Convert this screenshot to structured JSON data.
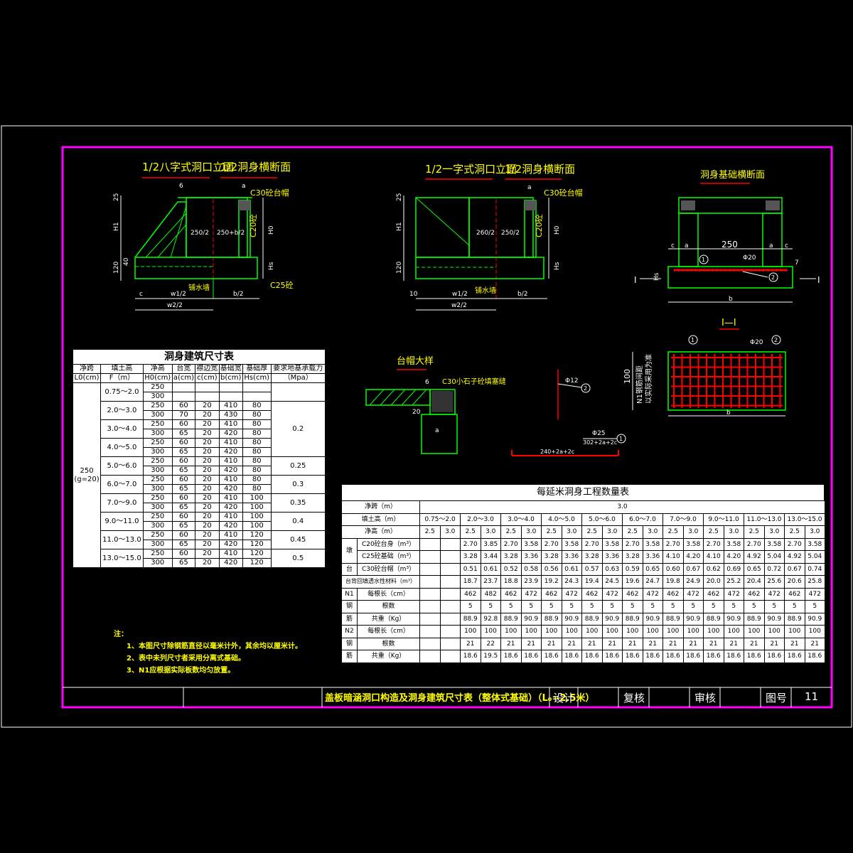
{
  "titles": {
    "t1a": "1/2八字式洞口立面",
    "t1b": "1/2洞身横断面",
    "t2a": "1/2一字式洞口立面",
    "t2b": "1/2洞身横断面",
    "t3": "洞身基础横断面",
    "t4": "台帽大样",
    "t5": "I—I"
  },
  "labels": {
    "c30_cap": "C30砼台帽",
    "c25": "C25砼",
    "c20": "C20砼",
    "paving": "铺水墙",
    "c30_small": "C30小石子砼填塞缝",
    "d1": "250/2",
    "d2": "250+b/2",
    "d3": "260/2",
    "d4": "250/2",
    "a": "a",
    "b2": "b/2",
    "w2": "w2/2",
    "w1": "w1/2",
    "c": "c",
    "h1": "H1",
    "h0": "H0",
    "hs": "Hs",
    "v25": "25",
    "v120": "120",
    "v40": "40",
    "v20": "20",
    "v10": "10",
    "v6": "6",
    "v250": "250",
    "phi20": "Φ20",
    "phi12": "Φ12",
    "phi25": "Φ25",
    "bb": "b",
    "I": "I",
    "n1": "1",
    "n2": "2",
    "v100": "100",
    "v7": "7",
    "rebar1": "302+2a+2c",
    "rebar2": "240+2a+2c",
    "mesh_note1": "N1钢筋间距",
    "mesh_note2": "以实际采用为准"
  },
  "dim_table": {
    "title": "洞身建筑尺寸表",
    "headers1": [
      "净跨",
      "填土高",
      "净高",
      "台宽",
      "襟边宽",
      "基础宽",
      "基础厚",
      "要求地基承载力"
    ],
    "headers2": [
      "L0(cm)",
      "F（m）",
      "H0(cm)",
      "a(cm)",
      "c(cm)",
      "b(cm)",
      "Hs(cm)",
      "（Mpa）"
    ],
    "span": "250",
    "span_note": "(g=20)",
    "groups": [
      {
        "F": "0.75～2.0",
        "bearing": "",
        "rows": [
          [
            "250",
            "",
            "",
            "",
            ""
          ],
          [
            "300",
            "",
            "",
            "",
            ""
          ]
        ]
      },
      {
        "F": "2.0～3.0",
        "bearing": "0.2",
        "rows": [
          [
            "250",
            "60",
            "20",
            "410",
            "80"
          ],
          [
            "300",
            "70",
            "20",
            "430",
            "80"
          ]
        ]
      },
      {
        "F": "3.0～4.0",
        "bearing": "0.2",
        "rows": [
          [
            "250",
            "60",
            "20",
            "410",
            "80"
          ],
          [
            "300",
            "65",
            "20",
            "420",
            "80"
          ]
        ]
      },
      {
        "F": "4.0～5.0",
        "bearing": "0.2",
        "rows": [
          [
            "250",
            "60",
            "20",
            "410",
            "80"
          ],
          [
            "300",
            "65",
            "20",
            "420",
            "80"
          ]
        ]
      },
      {
        "F": "5.0～6.0",
        "bearing": "0.25",
        "rows": [
          [
            "250",
            "60",
            "20",
            "410",
            "80"
          ],
          [
            "300",
            "65",
            "20",
            "420",
            "80"
          ]
        ]
      },
      {
        "F": "6.0～7.0",
        "bearing": "0.3",
        "rows": [
          [
            "250",
            "60",
            "20",
            "410",
            "80"
          ],
          [
            "300",
            "65",
            "20",
            "420",
            "80"
          ]
        ]
      },
      {
        "F": "7.0～9.0",
        "bearing": "0.35",
        "rows": [
          [
            "250",
            "60",
            "20",
            "410",
            "100"
          ],
          [
            "300",
            "65",
            "20",
            "420",
            "100"
          ]
        ]
      },
      {
        "F": "9.0～11.0",
        "bearing": "0.4",
        "rows": [
          [
            "250",
            "60",
            "20",
            "410",
            "100"
          ],
          [
            "300",
            "65",
            "20",
            "420",
            "100"
          ]
        ]
      },
      {
        "F": "11.0～13.0",
        "bearing": "0.45",
        "rows": [
          [
            "250",
            "60",
            "20",
            "410",
            "120"
          ],
          [
            "300",
            "65",
            "20",
            "420",
            "120"
          ]
        ]
      },
      {
        "F": "13.0～15.0",
        "bearing": "0.5",
        "rows": [
          [
            "250",
            "60",
            "20",
            "410",
            "120"
          ],
          [
            "300",
            "65",
            "20",
            "420",
            "120"
          ]
        ]
      }
    ]
  },
  "qty_table": {
    "title": "每延米洞身工程数量表",
    "span_label": "净跨（m）",
    "span_value": "3.0",
    "fill_label": "填土高（m）",
    "fills": [
      "0.75～2.0",
      "2.0～3.0",
      "3.0～4.0",
      "4.0～5.0",
      "5.0～6.0",
      "6.0～7.0",
      "7.0～9.0",
      "9.0～11.0",
      "11.0～13.0",
      "13.0～15.0"
    ],
    "height_label": "净高（m）",
    "heights": [
      "2.5",
      "3.0",
      "2.5",
      "3.0",
      "2.5",
      "3.0",
      "2.5",
      "3.0",
      "2.5",
      "3.0",
      "2.5",
      "3.0",
      "2.5",
      "3.0",
      "2.5",
      "3.0",
      "2.5",
      "3.0",
      "2.5",
      "3.0"
    ],
    "group_dun": "墩",
    "group_tai": "台",
    "group_n1": "N1",
    "group_n2": "N2",
    "group_gang": "钢",
    "group_jin": "筋",
    "rows": [
      {
        "label": "C20砼台身（m³）",
        "values": [
          "",
          "",
          "2.70",
          "3.85",
          "2.70",
          "3.58",
          "2.70",
          "3.58",
          "2.70",
          "3.58",
          "2.70",
          "3.58",
          "2.70",
          "3.58",
          "2.70",
          "3.58",
          "2.70",
          "3.58",
          "2.70",
          "3.58"
        ]
      },
      {
        "label": "C25砼基础（m³）",
        "values": [
          "",
          "",
          "3.28",
          "3.44",
          "3.28",
          "3.36",
          "3.28",
          "3.36",
          "3.28",
          "3.36",
          "3.28",
          "3.36",
          "4.10",
          "4.20",
          "4.10",
          "4.20",
          "4.92",
          "5.04",
          "4.92",
          "5.04"
        ]
      },
      {
        "label": "C30砼台帽（m³）",
        "values": [
          "",
          "",
          "0.51",
          "0.61",
          "0.52",
          "0.58",
          "0.56",
          "0.61",
          "0.57",
          "0.63",
          "0.59",
          "0.65",
          "0.60",
          "0.67",
          "0.62",
          "0.69",
          "0.65",
          "0.72",
          "0.67",
          "0.74"
        ]
      },
      {
        "label": "台背回填透水性材料（m³）",
        "values": [
          "",
          "",
          "18.7",
          "23.7",
          "18.8",
          "23.9",
          "19.2",
          "24.3",
          "19.4",
          "24.5",
          "19.6",
          "24.7",
          "19.8",
          "24.9",
          "20.0",
          "25.2",
          "20.4",
          "25.6",
          "20.6",
          "25.8"
        ]
      },
      {
        "label": "每根长（cm）",
        "values": [
          "",
          "",
          "462",
          "482",
          "462",
          "472",
          "462",
          "472",
          "462",
          "472",
          "462",
          "472",
          "462",
          "472",
          "462",
          "472",
          "462",
          "472",
          "462",
          "472"
        ]
      },
      {
        "label": "根数",
        "values": [
          "",
          "",
          "5",
          "5",
          "5",
          "5",
          "5",
          "5",
          "5",
          "5",
          "5",
          "5",
          "5",
          "5",
          "5",
          "5",
          "5",
          "5",
          "5",
          "5"
        ]
      },
      {
        "label": "共重（Kg）",
        "values": [
          "",
          "",
          "88.9",
          "92.8",
          "88.9",
          "90.9",
          "88.9",
          "90.9",
          "88.9",
          "90.9",
          "88.9",
          "90.9",
          "88.9",
          "90.9",
          "88.9",
          "90.9",
          "88.9",
          "90.9",
          "88.9",
          "90.9"
        ]
      },
      {
        "label": "每根长（cm）",
        "values": [
          "",
          "",
          "100",
          "100",
          "100",
          "100",
          "100",
          "100",
          "100",
          "100",
          "100",
          "100",
          "100",
          "100",
          "100",
          "100",
          "100",
          "100",
          "100",
          "100"
        ]
      },
      {
        "label": "根数",
        "values": [
          "",
          "",
          "21",
          "22",
          "21",
          "21",
          "21",
          "21",
          "21",
          "21",
          "21",
          "21",
          "21",
          "21",
          "21",
          "21",
          "21",
          "21",
          "21",
          "21"
        ]
      },
      {
        "label": "共重（Kg）",
        "values": [
          "",
          "",
          "18.6",
          "19.5",
          "18.6",
          "18.6",
          "18.6",
          "18.6",
          "18.6",
          "18.6",
          "18.6",
          "18.6",
          "18.6",
          "18.6",
          "18.6",
          "18.6",
          "18.6",
          "18.6",
          "18.6",
          "18.6"
        ]
      }
    ]
  },
  "notes": {
    "head": "注：",
    "n1": "1、本图尺寸除钢筋直径以毫米计外，其余均以厘米计。",
    "n2": "2、表中未列尺寸者采用分离式基础。",
    "n3": "3、N1应根据实际板数均匀放置。"
  },
  "title_block": {
    "title": "盖板暗涵洞口构造及洞身建筑尺寸表（整体式基础）（L₀=2.5米）",
    "design": "设计",
    "review": "复核",
    "approve": "审核",
    "drawing_no_label": "图号",
    "drawing_no": "11"
  }
}
